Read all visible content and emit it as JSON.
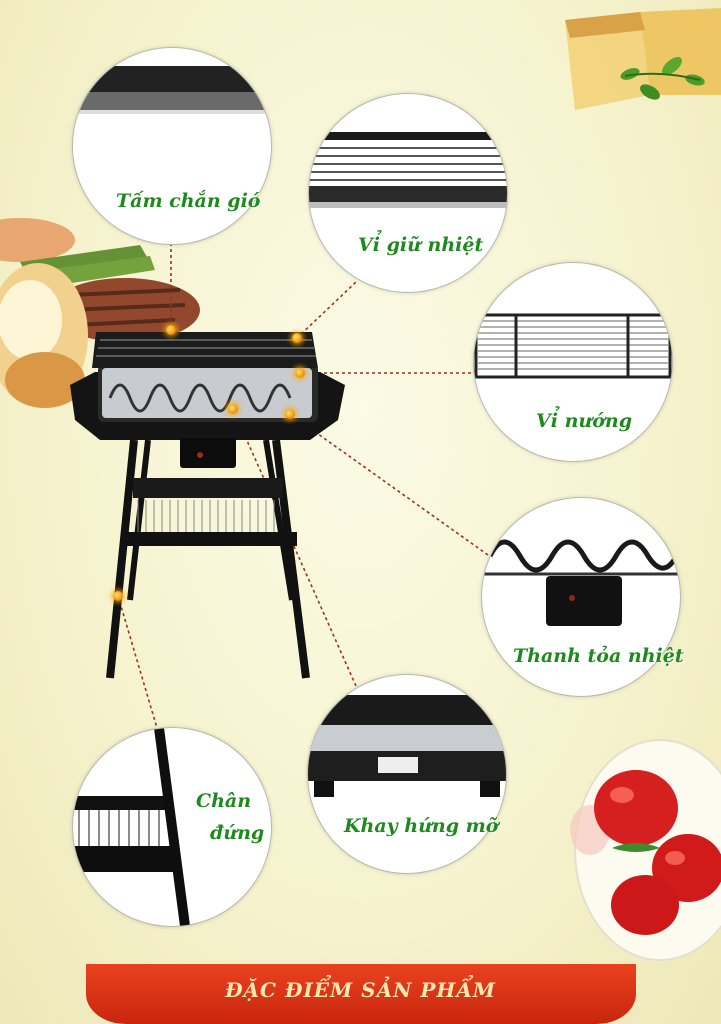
{
  "labels": {
    "wind_shield": "Tấm chắn gió",
    "heat_rack": "Vỉ giữ nhiệt",
    "grill_rack": "Vỉ nướng",
    "heating_bar": "Thanh tỏa nhiệt",
    "stand_line1": "Chân",
    "stand_line2": "đứng",
    "drip_tray": "Khay hứng mỡ"
  },
  "footer": {
    "title": "ĐẶC ĐIỂM SẢN PHẨM"
  },
  "colors": {
    "label_green": "#1e8a1e",
    "banner_red": "#d8341a",
    "dot_orange": "#f08a00",
    "leader_red": "#a03020"
  }
}
